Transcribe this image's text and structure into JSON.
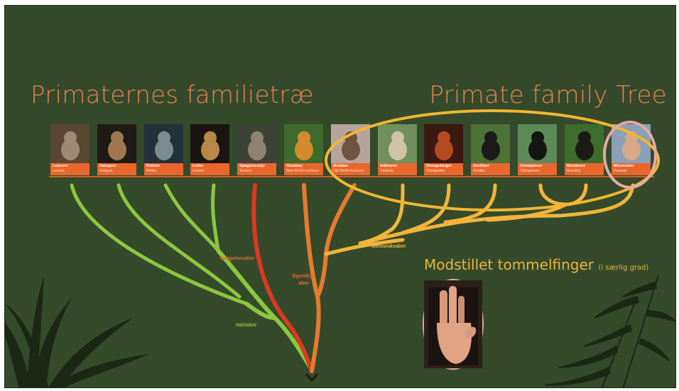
{
  "titles": {
    "danish": "Primaternes familietræ",
    "english": "Primate family Tree"
  },
  "species": [
    {
      "name_da": "Lemurer",
      "name_en": "Lemurs",
      "photo_bg": "#5b4634",
      "animal": "#9c8a74"
    },
    {
      "name_da": "Galagoer",
      "name_en": "Galagos",
      "photo_bg": "#1f1a16",
      "animal": "#a0784f"
    },
    {
      "name_da": "Pottoer",
      "name_en": "Pottos",
      "photo_bg": "#24303a",
      "animal": "#7a8c8f"
    },
    {
      "name_da": "Lorier",
      "name_en": "Lorises",
      "photo_bg": "#1a1510",
      "animal": "#b78848"
    },
    {
      "name_da": "Spøgelsesdyr",
      "name_en": "Tarsiers",
      "photo_bg": "#3d4236",
      "animal": "#8e8272"
    },
    {
      "name_da": "Vestaber",
      "name_en": "New World monkeys",
      "photo_bg": "#3e6a2d",
      "animal": "#d48a2c"
    },
    {
      "name_da": "Østaber",
      "name_en": "Old World monkeys",
      "photo_bg": "#b7a59b",
      "animal": "#6e5442"
    },
    {
      "name_da": "Gibboner",
      "name_en": "Gibbons",
      "photo_bg": "#6f8f5c",
      "animal": "#cfc3a6"
    },
    {
      "name_da": "Orangutanger",
      "name_en": "Orangutans",
      "photo_bg": "#3a1a12",
      "animal": "#b44a22"
    },
    {
      "name_da": "Gorillaer",
      "name_en": "Gorillas",
      "photo_bg": "#4d7236",
      "animal": "#1a1a1a"
    },
    {
      "name_da": "Chimpanser",
      "name_en": "Chimpanzee",
      "photo_bg": "#5d8a57",
      "animal": "#151515"
    },
    {
      "name_da": "Bonoboer",
      "name_en": "Bonobos",
      "photo_bg": "#3e6d2b",
      "animal": "#1c1a17"
    },
    {
      "name_da": "Mennesker",
      "name_en": "Humans",
      "photo_bg": "#8aa0b8",
      "animal": "#d8a888"
    }
  ],
  "branch_labels": {
    "halvaber": "Halvaber",
    "spogelsesaber": "Spøgelsesaber",
    "egentlige_aber": "Egentlige\naber",
    "menneskeaber": "Menneskeaber"
  },
  "thumb": {
    "caption": "Modstillet tommelfinger",
    "sub": "(i særlig grad)"
  },
  "colors": {
    "background": "#344a2b",
    "title": "#e8814a",
    "card": "#e9662c",
    "halvaber_branch": "#8dc63f",
    "spogelse_branch": "#d93a1f",
    "egentlige_branch": "#e67a2e",
    "menneske_branch": "#f2b53a",
    "ape_ellipse": "#f3b632",
    "human_ellipse": "#e8a8a0",
    "thumb_caption": "#e8b53a"
  }
}
